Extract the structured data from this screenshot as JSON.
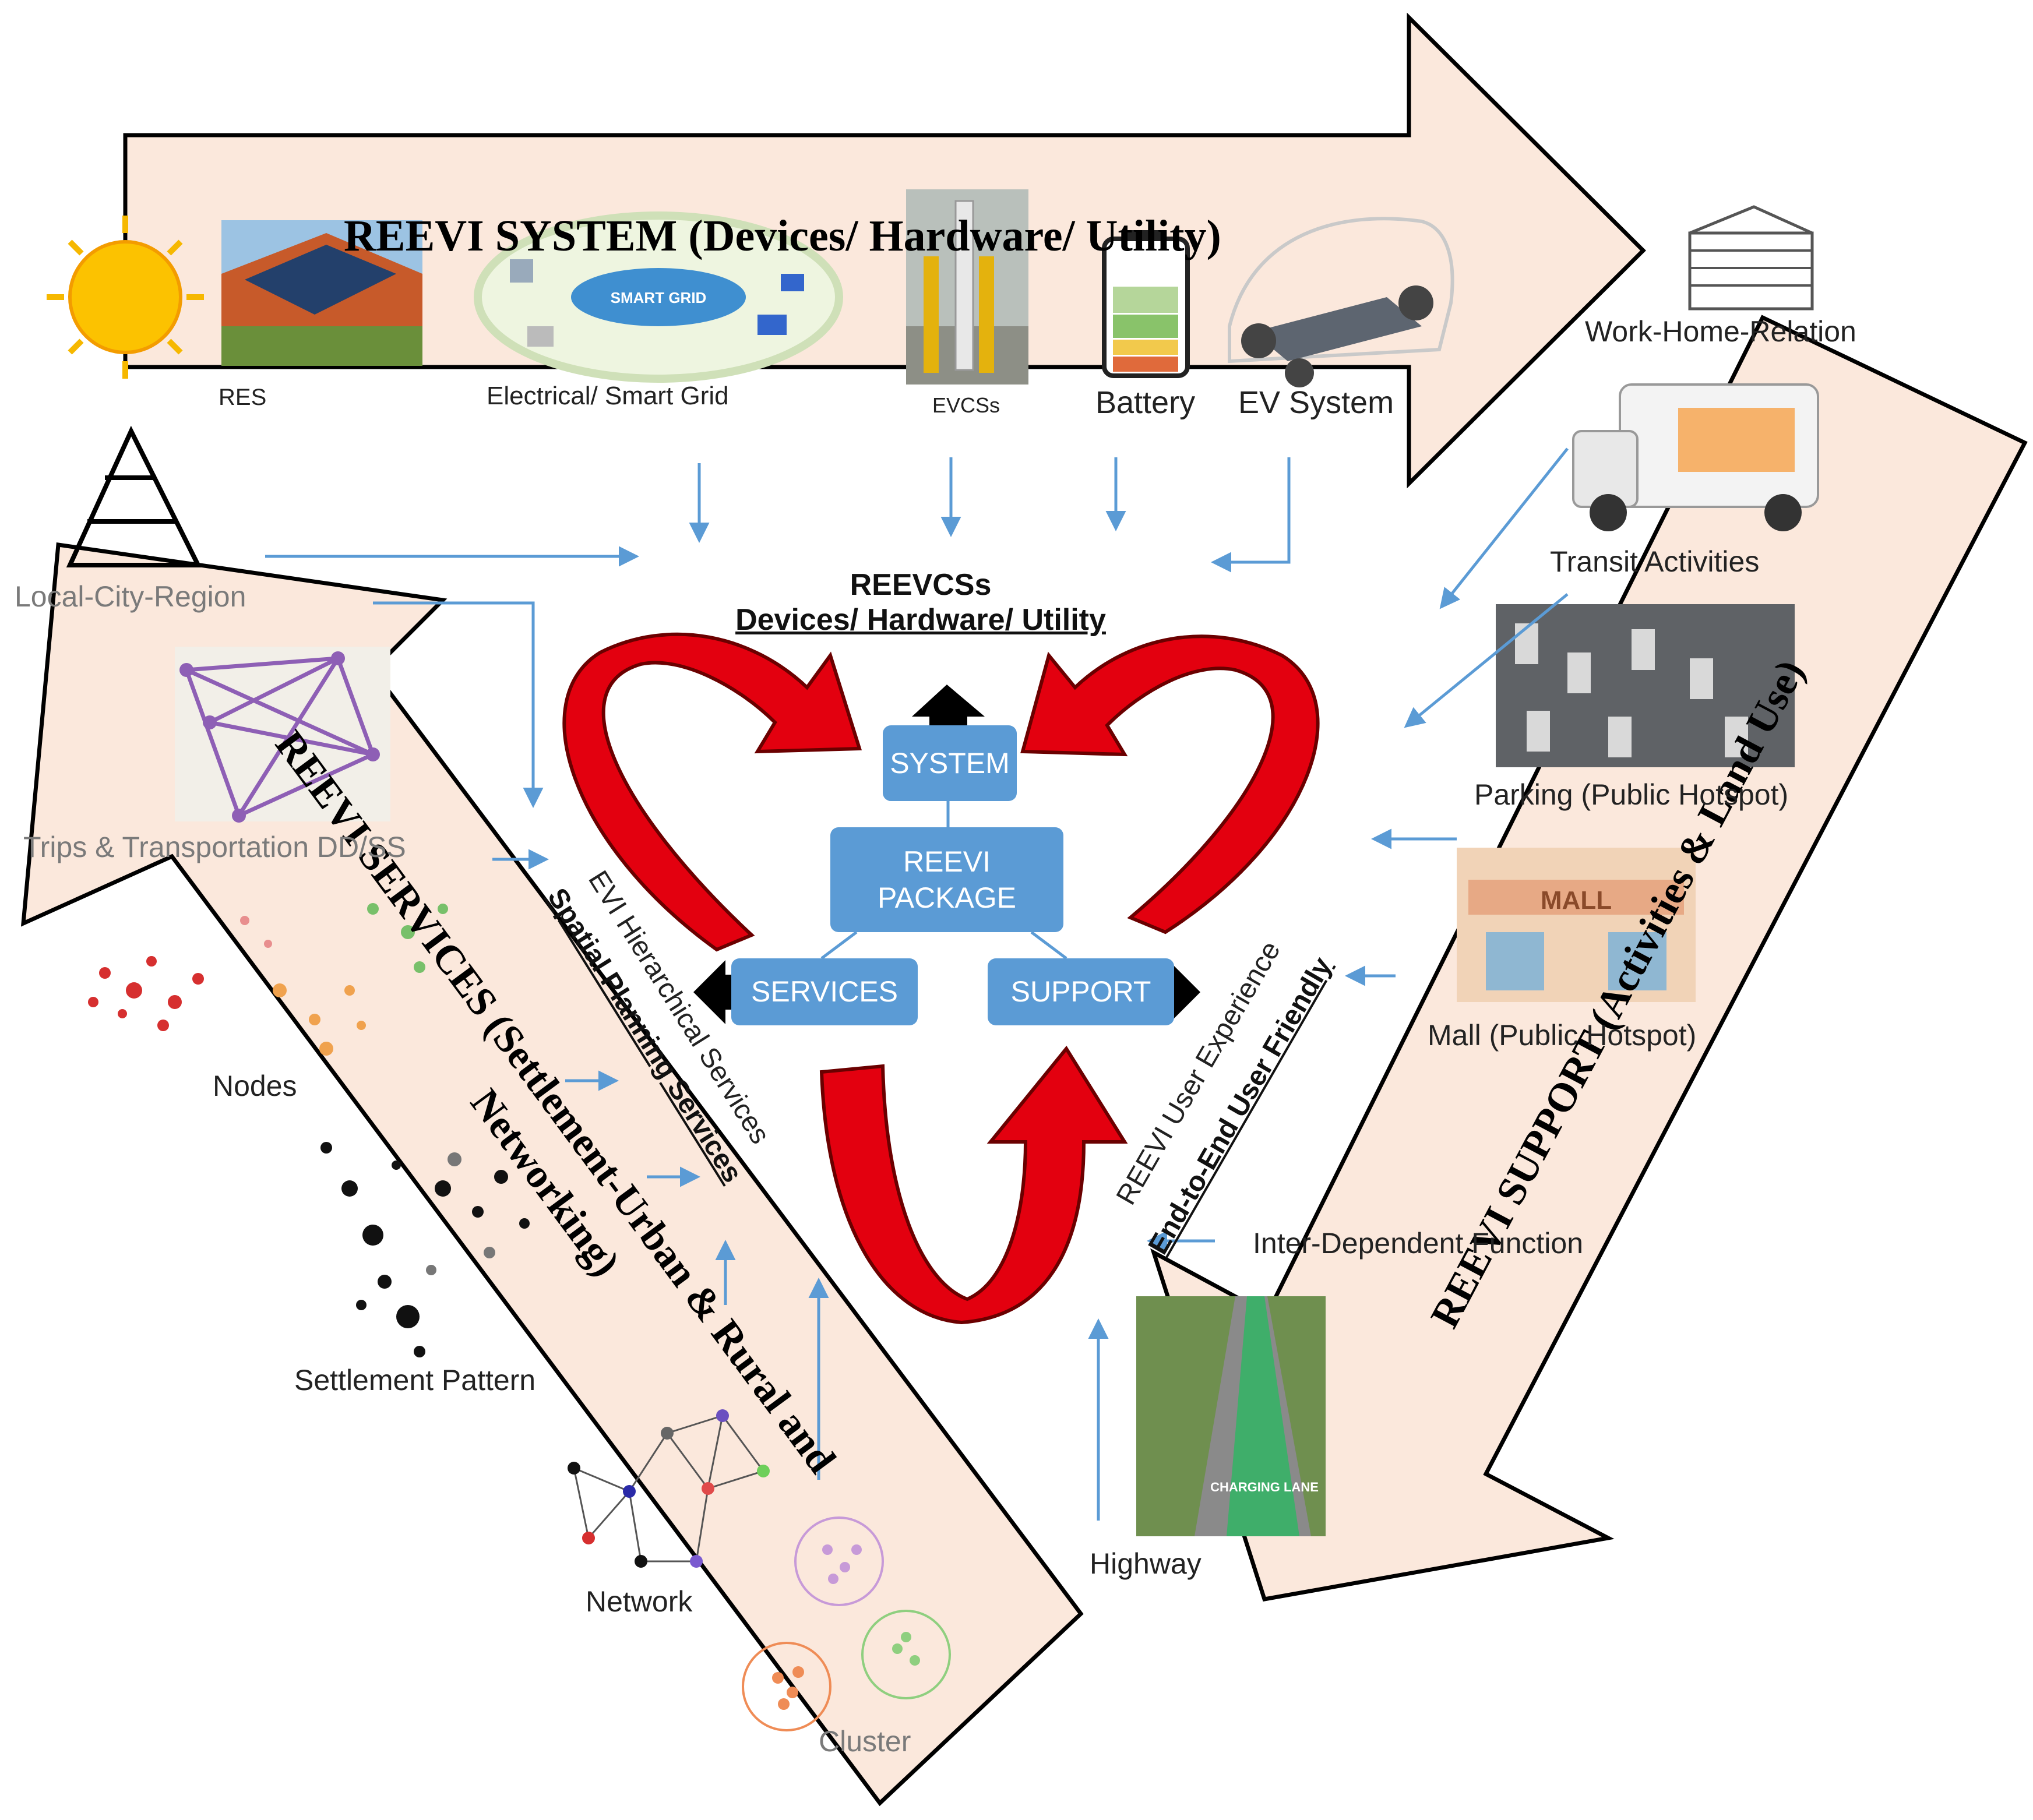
{
  "system_arrow": {
    "title": "REEVI SYSTEM (Devices/ Hardware/ Utility)"
  },
  "services_arrow": {
    "title_line1": "REEVI SERVICES (Settlement-Urban & Rural and",
    "title_line2": "Networking)"
  },
  "support_arrow": {
    "title_line1": "REEVI SUPPORT (Activities & Land Use)"
  },
  "system_items": {
    "res": "RES",
    "grid": "Electrical/ Smart Grid",
    "evcss": "EVCSs",
    "battery": "Battery",
    "ev_system": "EV System"
  },
  "grid_image_text": "SMART GRID",
  "charging_lane_text": "CHARGING LANE",
  "mall_sign_text": "MALL",
  "services_items": {
    "local": "Local-City-Region",
    "trips": "Trips & Transportation DD/SS",
    "nodes": "Nodes",
    "settlement": "Settlement Pattern",
    "network": "Network",
    "cluster": "Cluster"
  },
  "support_items": {
    "work_home": "Work-Home-Relation",
    "transit": "Transit Activities",
    "parking": "Parking (Public Hotspot)",
    "mall": "Mall (Public Hotspot)",
    "inter": "Inter-Dependent Function",
    "highway": "Highway"
  },
  "center": {
    "heading_line1": "REEVCSs",
    "heading_line2": "Devices/ Hardware/ Utility",
    "system_box": "SYSTEM",
    "package_line1": "REEVI",
    "package_line2": "PACKAGE",
    "services_box": "SERVICES",
    "support_box": "SUPPORT"
  },
  "side_texts": {
    "left_line1": "EVI Hierarchical Services",
    "left_line2": "Spatial Planning Services",
    "right_line1": "REEVI User Experience",
    "right_line2": "End-to-End User Friendly"
  },
  "colors": {
    "arrow_fill": "#fbe8dc",
    "box_blue": "#5b9bd5",
    "flow_blue": "#5b9bd5",
    "red_arrow": "#e3000f",
    "red_dark": "#a00000"
  }
}
